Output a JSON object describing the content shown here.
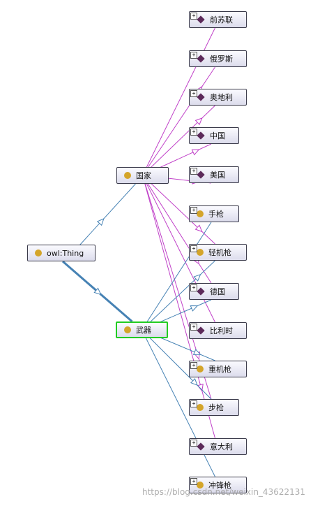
{
  "root": {
    "label": "owl:Thing",
    "icon": "class-circle-icon"
  },
  "classes": {
    "country": {
      "label": "国家",
      "icon": "class-circle-icon"
    },
    "weapon": {
      "label": "武器",
      "icon": "class-circle-icon"
    }
  },
  "children": [
    {
      "label": "前苏联",
      "kind": "individual",
      "icon": "individual-diamond-icon"
    },
    {
      "label": "俄罗斯",
      "kind": "individual",
      "icon": "individual-diamond-icon"
    },
    {
      "label": "奥地利",
      "kind": "individual",
      "icon": "individual-diamond-icon"
    },
    {
      "label": "中国",
      "kind": "individual",
      "icon": "individual-diamond-icon"
    },
    {
      "label": "美国",
      "kind": "individual",
      "icon": "individual-diamond-icon"
    },
    {
      "label": "手枪",
      "kind": "class",
      "icon": "class-circle-icon"
    },
    {
      "label": "轻机枪",
      "kind": "class",
      "icon": "class-circle-icon"
    },
    {
      "label": "德国",
      "kind": "individual",
      "icon": "individual-diamond-icon"
    },
    {
      "label": "比利时",
      "kind": "individual",
      "icon": "individual-diamond-icon"
    },
    {
      "label": "重机枪",
      "kind": "class",
      "icon": "class-circle-icon"
    },
    {
      "label": "步枪",
      "kind": "class",
      "icon": "class-circle-icon"
    },
    {
      "label": "意大利",
      "kind": "individual",
      "icon": "individual-diamond-icon"
    },
    {
      "label": "冲锋枪",
      "kind": "class",
      "icon": "class-circle-icon"
    }
  ],
  "expander_symbol": "+",
  "colors": {
    "subclass_edge": "#4682b4",
    "instance_edge": "#c040c8",
    "selected_border": "#22cc22"
  },
  "watermark": "https://blog.csdn.net/weixin_43622131"
}
